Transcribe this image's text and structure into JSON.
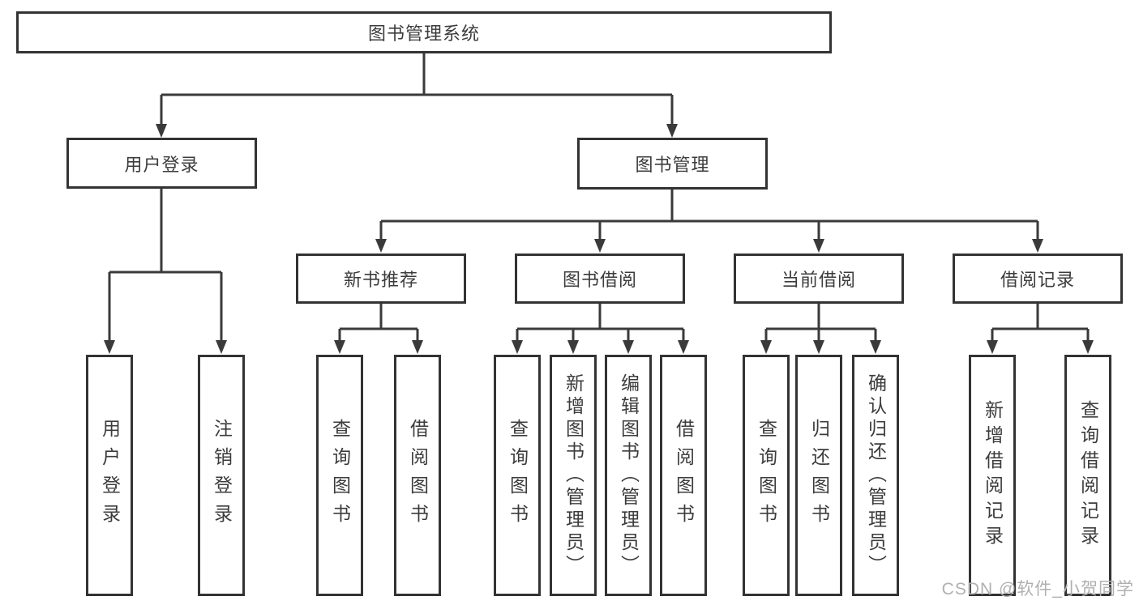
{
  "diagram": {
    "title": "图书管理系统",
    "type": "hierarchy-tree"
  },
  "tree": {
    "root": {
      "label": "图书管理系统"
    },
    "branches": [
      {
        "label": "用户登录",
        "children": [
          {
            "label": "用户登录"
          },
          {
            "label": "注销登录"
          }
        ]
      },
      {
        "label": "图书管理",
        "children": [
          {
            "label": "新书推荐",
            "children": [
              {
                "label": "查询图书"
              },
              {
                "label": "借阅图书"
              }
            ]
          },
          {
            "label": "图书借阅",
            "children": [
              {
                "label": "查询图书"
              },
              {
                "label": "新增图书（管理员）"
              },
              {
                "label": "编辑图书（管理员）"
              },
              {
                "label": "借阅图书"
              }
            ]
          },
          {
            "label": "当前借阅",
            "children": [
              {
                "label": "查询图书"
              },
              {
                "label": "归还图书"
              },
              {
                "label": "确认归还（管理员）"
              }
            ]
          },
          {
            "label": "借阅记录",
            "children": [
              {
                "label": "新增借阅记录"
              },
              {
                "label": "查询借阅记录"
              }
            ]
          }
        ]
      }
    ]
  },
  "watermark": {
    "text": "CSDN @软件_小贺同学",
    "color": "#b0b0b0"
  },
  "colors": {
    "background": "#ffffff",
    "line": "#3a3a3a",
    "box_border": "#333333",
    "text": "#3c3c3c"
  }
}
